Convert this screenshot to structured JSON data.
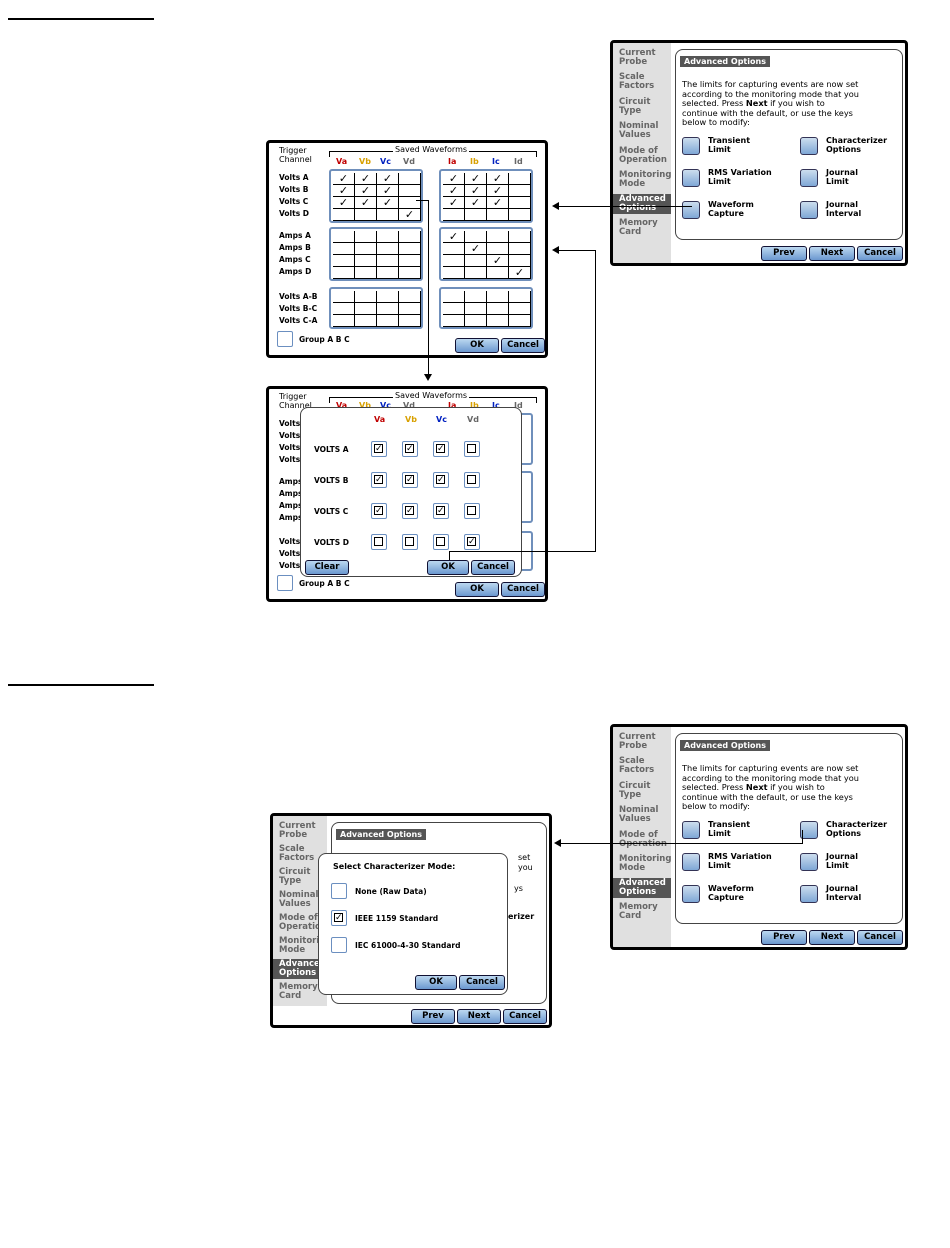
{
  "sidebar_items": [
    "Current\nProbe",
    "Scale\nFactors",
    "Circuit\nType",
    "Nominal\nValues",
    "Mode of\nOperation",
    "Monitoring\nMode",
    "Advanced\nOptions",
    "Memory\nCard"
  ],
  "sidebar_items_short": [
    "Current\nProbe",
    "Scale\nFactors",
    "Circuit\nType",
    "Nominal\nValues",
    "Mode of\nOperation",
    "Monitorir\nMode",
    "Advance\nOptions",
    "Memory\nCard"
  ],
  "advanced": {
    "title": "Advanced Options",
    "desc_line1": "The limits for capturing events are now set",
    "desc_line2": "according to the monitoring mode that you",
    "desc_line3_pre": "selected. Press ",
    "desc_next": "Next",
    "desc_line3_post": " if you wish to",
    "desc_line4": "continue with the default, or use the keys",
    "desc_line5": "below to modify:",
    "options": [
      "Transient\nLimit",
      "Characterizer\nOptions",
      "RMS Variation\nLimit",
      "Journal\nLimit",
      "Waveform\nCapture",
      "Journal\nInterval"
    ],
    "prev": "Prev",
    "next": "Next",
    "cancel": "Cancel"
  },
  "trigger": {
    "trigger_label": "Trigger\nChannel",
    "saved_waveforms": "Saved Waveforms",
    "v_headers": [
      "Va",
      "Vb",
      "Vc",
      "Vd"
    ],
    "i_headers": [
      "Ia",
      "Ib",
      "Ic",
      "Id"
    ],
    "header_colors": [
      "#c00000",
      "#d8a000",
      "#0020c0",
      "#666666"
    ],
    "volts_rows": [
      "Volts A",
      "Volts B",
      "Volts C",
      "Volts D"
    ],
    "amps_rows": [
      "Amps A",
      "Amps B",
      "Amps C",
      "Amps D"
    ],
    "ll_rows": [
      "Volts A-B",
      "Volts B-C",
      "Volts C-A"
    ],
    "check_mark": "✓",
    "group": "Group A B C",
    "group_partial": "Group A B C",
    "ok": "OK",
    "cancel": "Cancel",
    "trunc_volts": [
      "Volts",
      "Volts",
      "Volts",
      "Volts"
    ],
    "trunc_amps": [
      "Amps",
      "Amps",
      "Amps",
      "Amps"
    ],
    "trunc_ll": [
      "Volts",
      "Volts",
      "Volts"
    ]
  },
  "volts_dialog": {
    "headers": [
      "Va",
      "Vb",
      "Vc",
      "Vd"
    ],
    "rows": [
      "VOLTS A",
      "VOLTS B",
      "VOLTS C",
      "VOLTS D"
    ],
    "clear": "Clear",
    "ok": "OK",
    "cancel": "Cancel"
  },
  "char_dialog": {
    "title": "Select Characterizer Mode:",
    "options": [
      "None (Raw Data)",
      "IEEE 1159 Standard",
      "IEC 61000-4-30 Standard"
    ],
    "ok": "OK",
    "cancel": "Cancel",
    "bg_desc_frag1": "set",
    "bg_desc_frag2": "you",
    "bg_desc_frag3": "ys",
    "bg_desc_frag4": "erizer"
  }
}
